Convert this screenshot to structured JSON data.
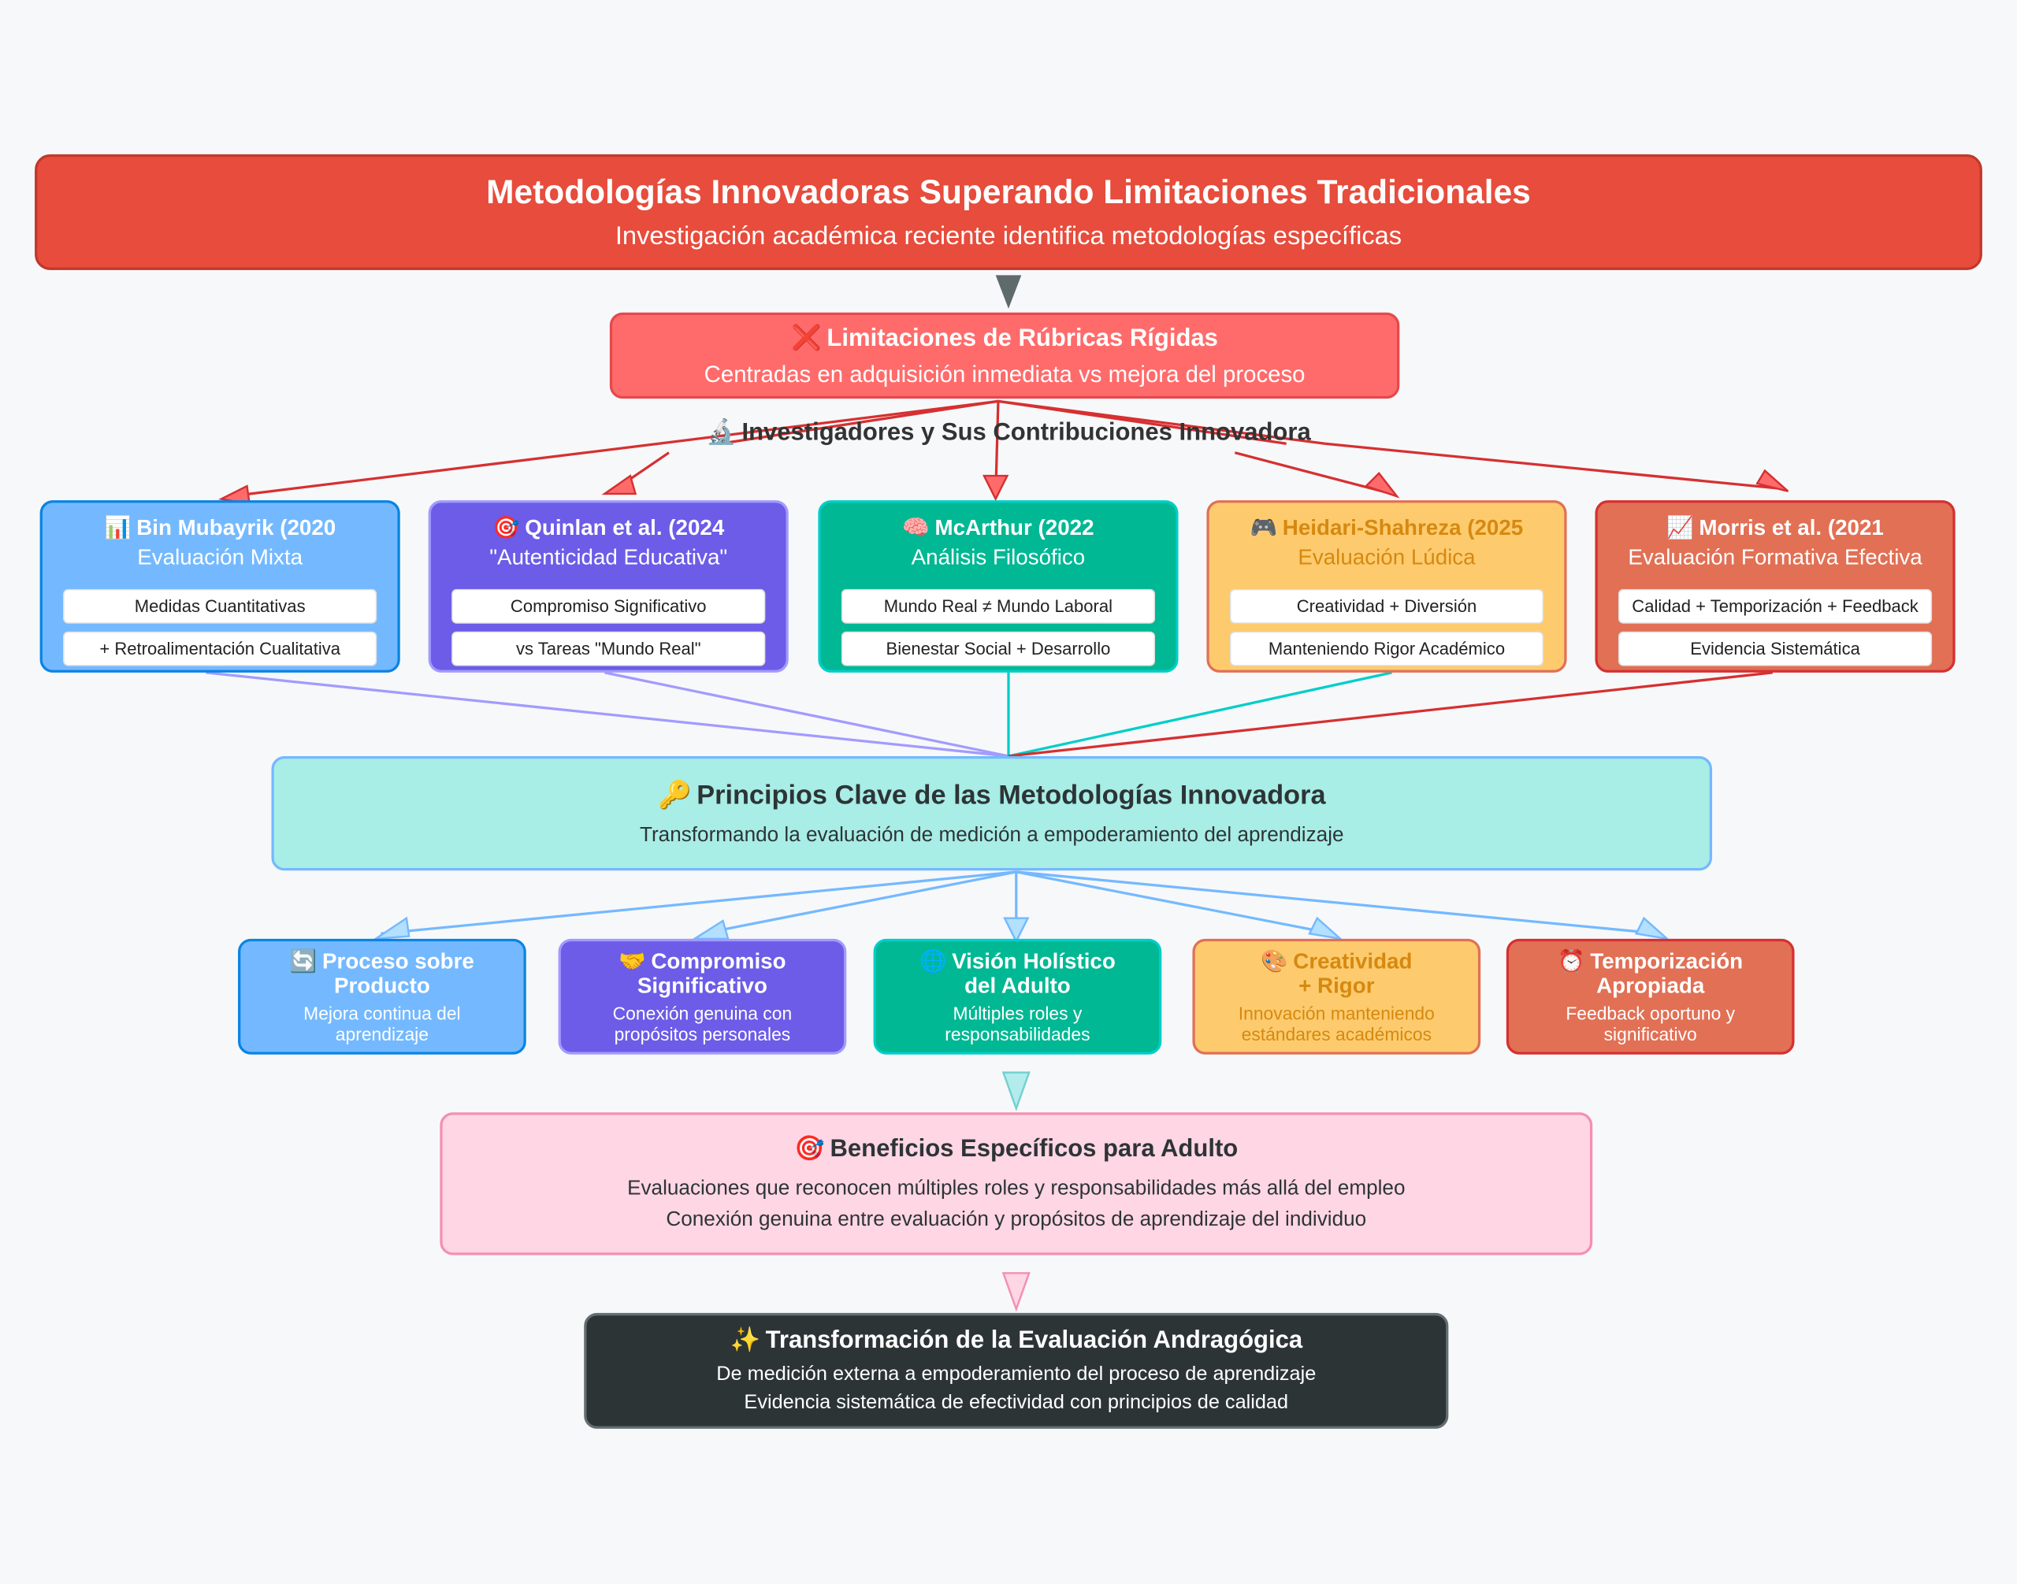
{
  "header": {
    "title": "Metodologías Innovadoras Superando Limitaciones Tradicionales",
    "subtitle": "Investigación académica reciente identifica metodologías específicas"
  },
  "limitations": {
    "icon": "❌",
    "title": "Limitaciones de Rúbricas Rígidas",
    "subtitle": "Centradas en adquisición inmediata vs mejora del proceso"
  },
  "investigators_label": {
    "icon": "🔬",
    "text": "Investigadores y Sus Contribuciones Innovadora"
  },
  "researchers": [
    {
      "icon": "📊",
      "name": "Bin Mubayrik (2020",
      "subtitle": "Evaluación Mixta",
      "items": [
        "Medidas Cuantitativas",
        "+ Retroalimentación Cualitativa"
      ],
      "color": "#74b9ff",
      "border": "#0984e3",
      "text_color": "#ffffff"
    },
    {
      "icon": "🎯",
      "name": "Quinlan et al. (2024",
      "subtitle": "\"Autenticidad Educativa\"",
      "items": [
        "Compromiso Significativo",
        "vs Tareas \"Mundo Real\""
      ],
      "color": "#6c5ce7",
      "border": "#a29bfe",
      "text_color": "#ffffff"
    },
    {
      "icon": "🧠",
      "name": "McArthur (2022",
      "subtitle": "Análisis Filosófico",
      "items": [
        "Mundo Real ≠ Mundo Laboral",
        "Bienestar Social + Desarrollo"
      ],
      "color": "#00b894",
      "border": "#00cec9",
      "text_color": "#ffffff"
    },
    {
      "icon": "🎮",
      "name": "Heidari-Shahreza (2025",
      "subtitle": "Evaluación Lúdica",
      "items": [
        "Creatividad + Diversión",
        "Manteniendo Rigor Académico"
      ],
      "color": "#fdcb6e",
      "border": "#e17055",
      "text_color": "#d68910"
    },
    {
      "icon": "📈",
      "name": "Morris et al. (2021",
      "subtitle": "Evaluación Formativa Efectiva",
      "items": [
        "Calidad + Temporización + Feedback",
        "Evidencia Sistemática"
      ],
      "color": "#e17055",
      "border": "#d63031",
      "text_color": "#ffffff"
    }
  ],
  "principles": {
    "icon": "🔑",
    "title": "Principios Clave de las Metodologías Innovadora",
    "subtitle": "Transformando la evaluación de medición a empoderamiento del aprendizaje"
  },
  "principle_cards": [
    {
      "icon": "🔄",
      "title": "Proceso sobre\nProducto",
      "subtitle": "Mejora continua del\naprendizaje",
      "color": "#74b9ff",
      "border": "#0984e3",
      "text_color": "#ffffff"
    },
    {
      "icon": "🤝",
      "title": "Compromiso\nSignificativo",
      "subtitle": "Conexión genuina con\npropósitos personales",
      "color": "#6c5ce7",
      "border": "#a29bfe",
      "text_color": "#ffffff"
    },
    {
      "icon": "🌐",
      "title": "Visión Holístico\ndel Adulto",
      "subtitle": "Múltiples roles y\nresponsabilidades",
      "color": "#00b894",
      "border": "#00cec9",
      "text_color": "#ffffff"
    },
    {
      "icon": "🎨",
      "title": "Creatividad\n+ Rigor",
      "subtitle": "Innovación manteniendo\nestándares académicos",
      "color": "#fdcb6e",
      "border": "#e17055",
      "text_color": "#d68910"
    },
    {
      "icon": "⏰",
      "title": "Temporización\nApropiada",
      "subtitle": "Feedback oportuno y\nsignificativo",
      "color": "#e17055",
      "border": "#d63031",
      "text_color": "#ffffff"
    }
  ],
  "benefits": {
    "icon": "🎯",
    "title": "Beneficios Específicos para Adulto",
    "line1": "Evaluaciones que reconocen múltiples roles y responsabilidades más allá del empleo",
    "line2": "Conexión genuina entre evaluación y propósitos de aprendizaje del individuo"
  },
  "final": {
    "icon": "✨",
    "title": "Transformación de la Evaluación Andragógica",
    "line1": "De medición externa a empoderamiento del proceso de aprendizaje",
    "line2": "Evidencia sistemática de efectividad con principios de calidad"
  }
}
